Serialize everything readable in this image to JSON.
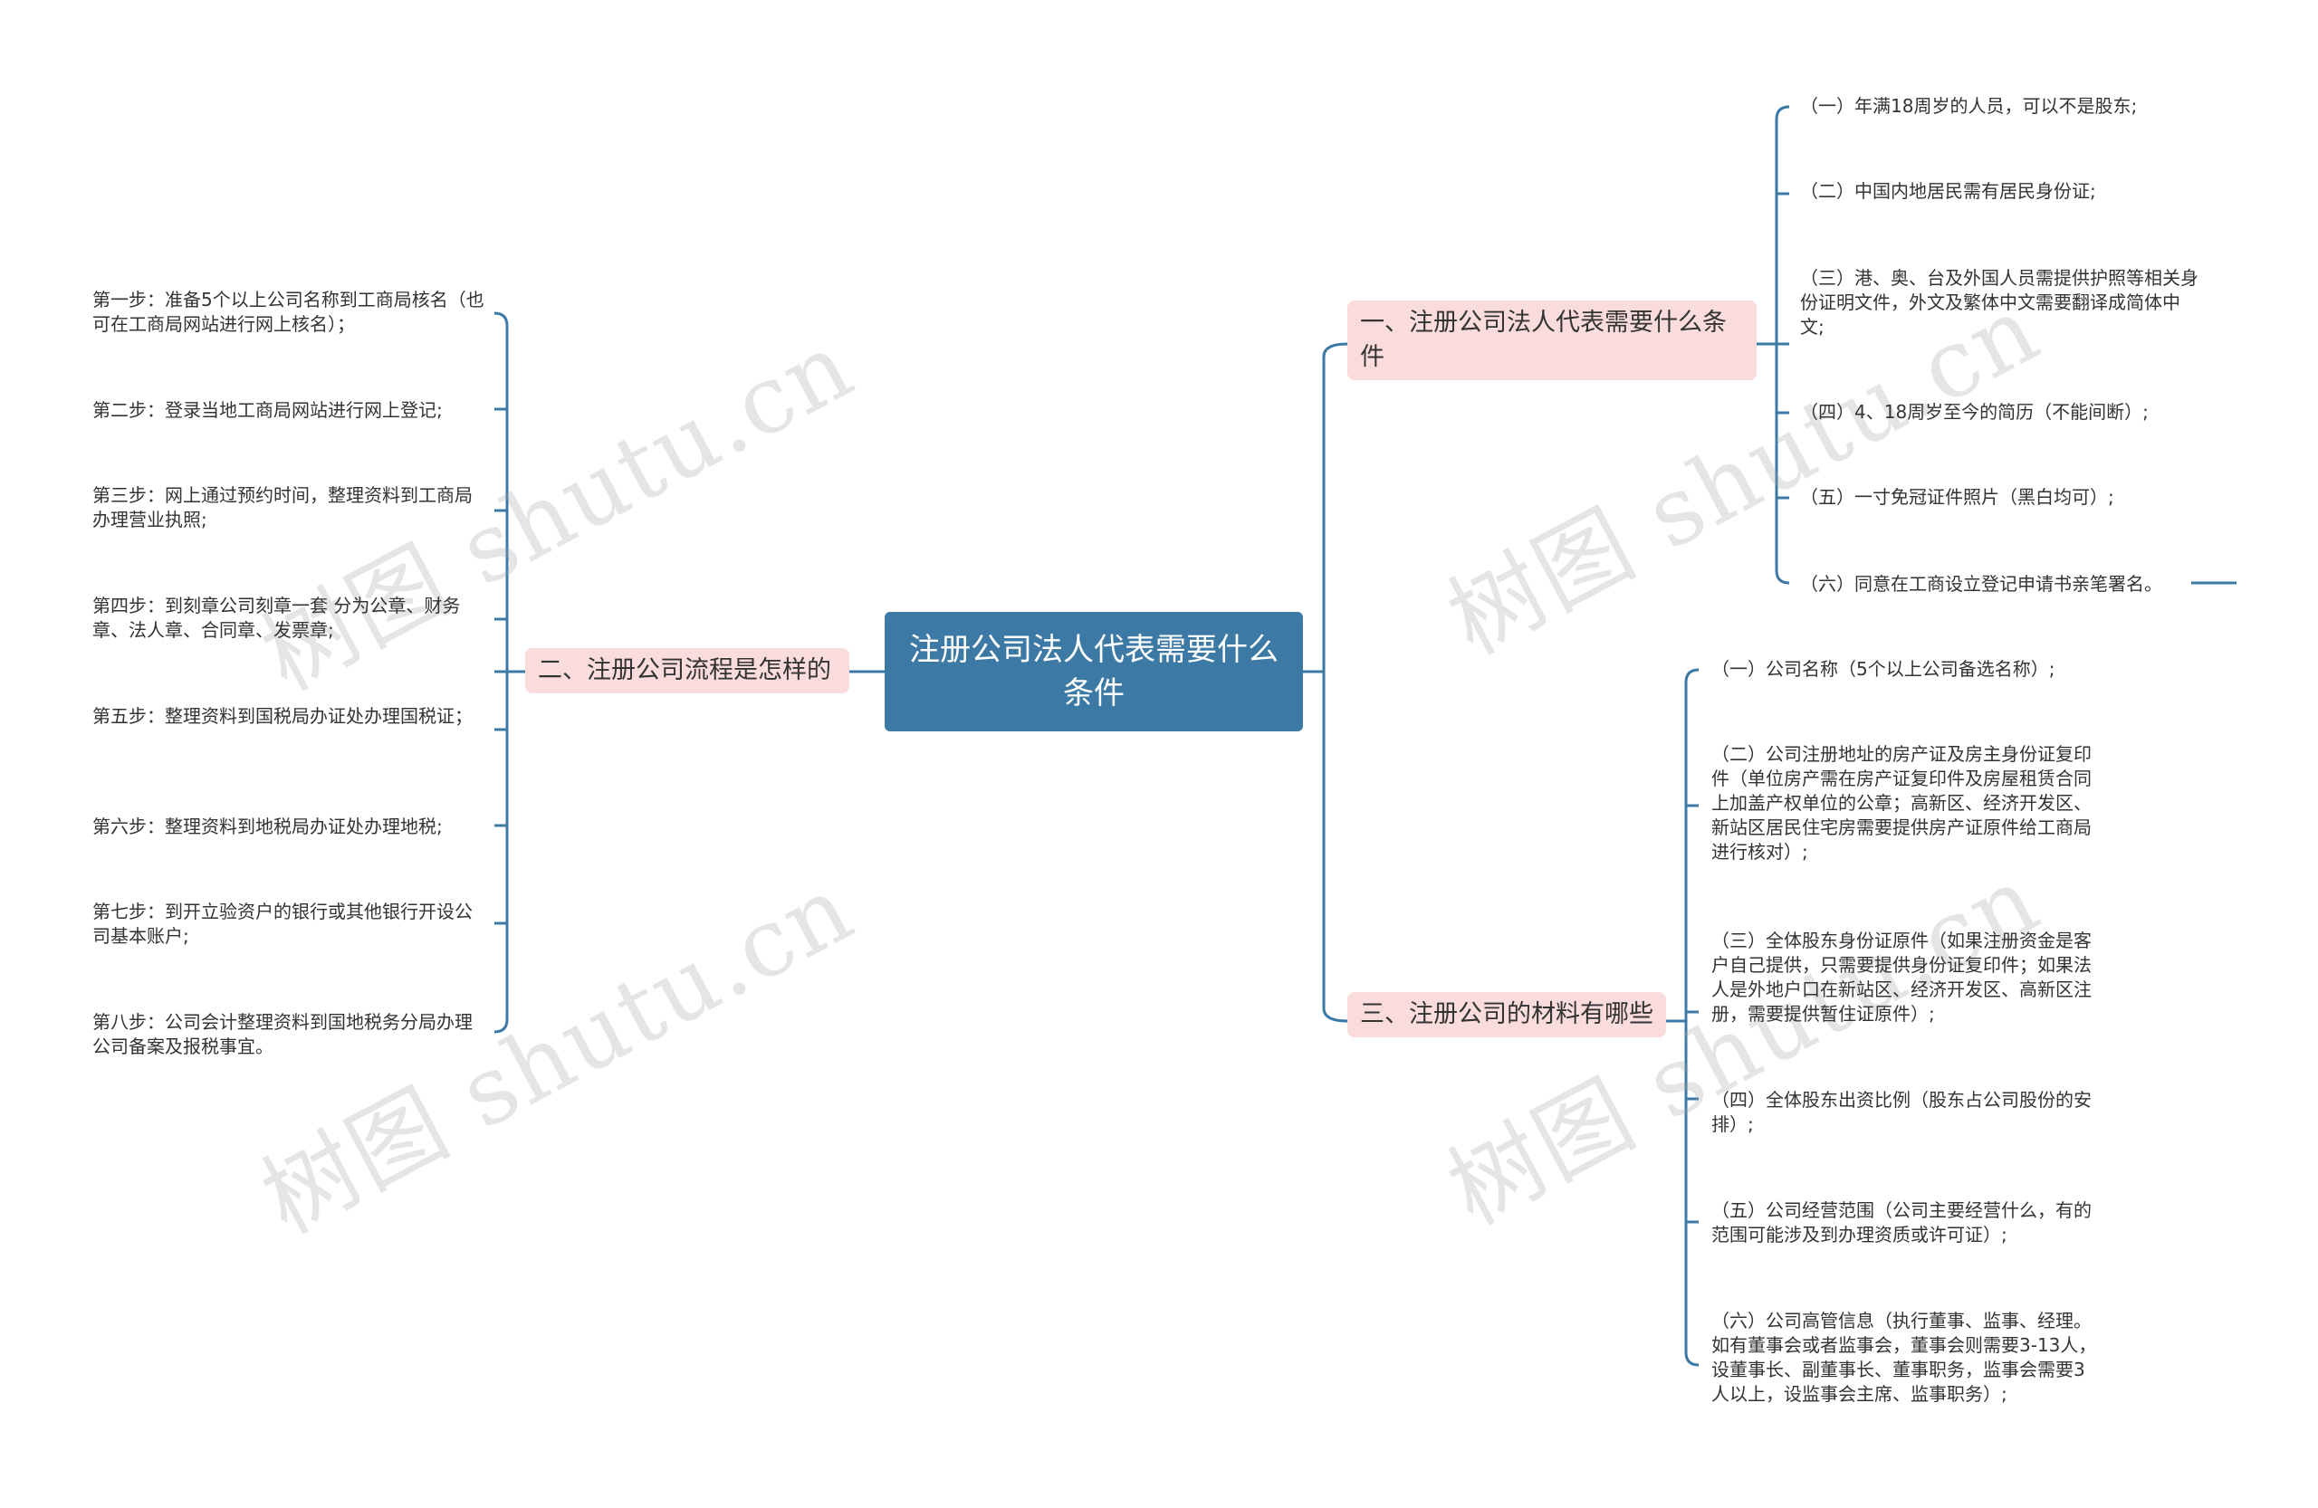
{
  "root": {
    "title": "注册公司法人代表需要什么条件"
  },
  "branch1": {
    "title": "一、注册公司法人代表需要什么条件",
    "items": [
      "（一）年满18周岁的人员，可以不是股东;",
      "（二）中国内地居民需有居民身份证;",
      "（三）港、奥、台及外国人员需提供护照等相关身份证明文件，外文及繁体中文需要翻译成简体中文;",
      "（四）4、18周岁至今的简历（不能间断）;",
      "（五）一寸免冠证件照片（黑白均可）;",
      "（六）同意在工商设立登记申请书亲笔署名。"
    ]
  },
  "branch2": {
    "title": "二、注册公司流程是怎样的",
    "items": [
      "第一步：准备5个以上公司名称到工商局核名（也可在工商局网站进行网上核名）；",
      "第二步：登录当地工商局网站进行网上登记;",
      "第三步：网上通过预约时间，整理资料到工商局办理营业执照;",
      "第四步：到刻章公司刻章一套 分为公章、财务章、法人章、合同章、发票章;",
      "第五步：整理资料到国税局办证处办理国税证；",
      "第六步：整理资料到地税局办证处办理地税;",
      "第七步：到开立验资户的银行或其他银行开设公司基本账户;",
      "第八步：公司会计整理资料到国地税务分局办理公司备案及报税事宜。"
    ]
  },
  "branch3": {
    "title": "三、注册公司的材料有哪些",
    "items": [
      "（一）公司名称（5个以上公司备选名称）;",
      "（二）公司注册地址的房产证及房主身份证复印件（单位房产需在房产证复印件及房屋租赁合同上加盖产权单位的公章；高新区、经济开发区、新站区居民住宅房需要提供房产证原件给工商局进行核对）;",
      "（三）全体股东身份证原件（如果注册资金是客户自己提供，只需要提供身份证复印件；如果法人是外地户口在新站区、经济开发区、高新区注册，需要提供暂住证原件）;",
      "（四）全体股东出资比例（股东占公司股份的安排）;",
      "（五）公司经营范围（公司主要经营什么，有的范围可能涉及到办理资质或许可证）;",
      "（六）公司高管信息（执行董事、监事、经理。如有董事会或者监事会，董事会则需要3-13人，设董事长、副董事长、董事职务，监事会需要3人以上，设监事会主席、监事职务）;"
    ]
  },
  "watermark": "树图 shutu.cn",
  "colors": {
    "line": "#3c7aa5",
    "root_bg": "#3c7aa5",
    "branch_bg": "#fadcdc"
  }
}
